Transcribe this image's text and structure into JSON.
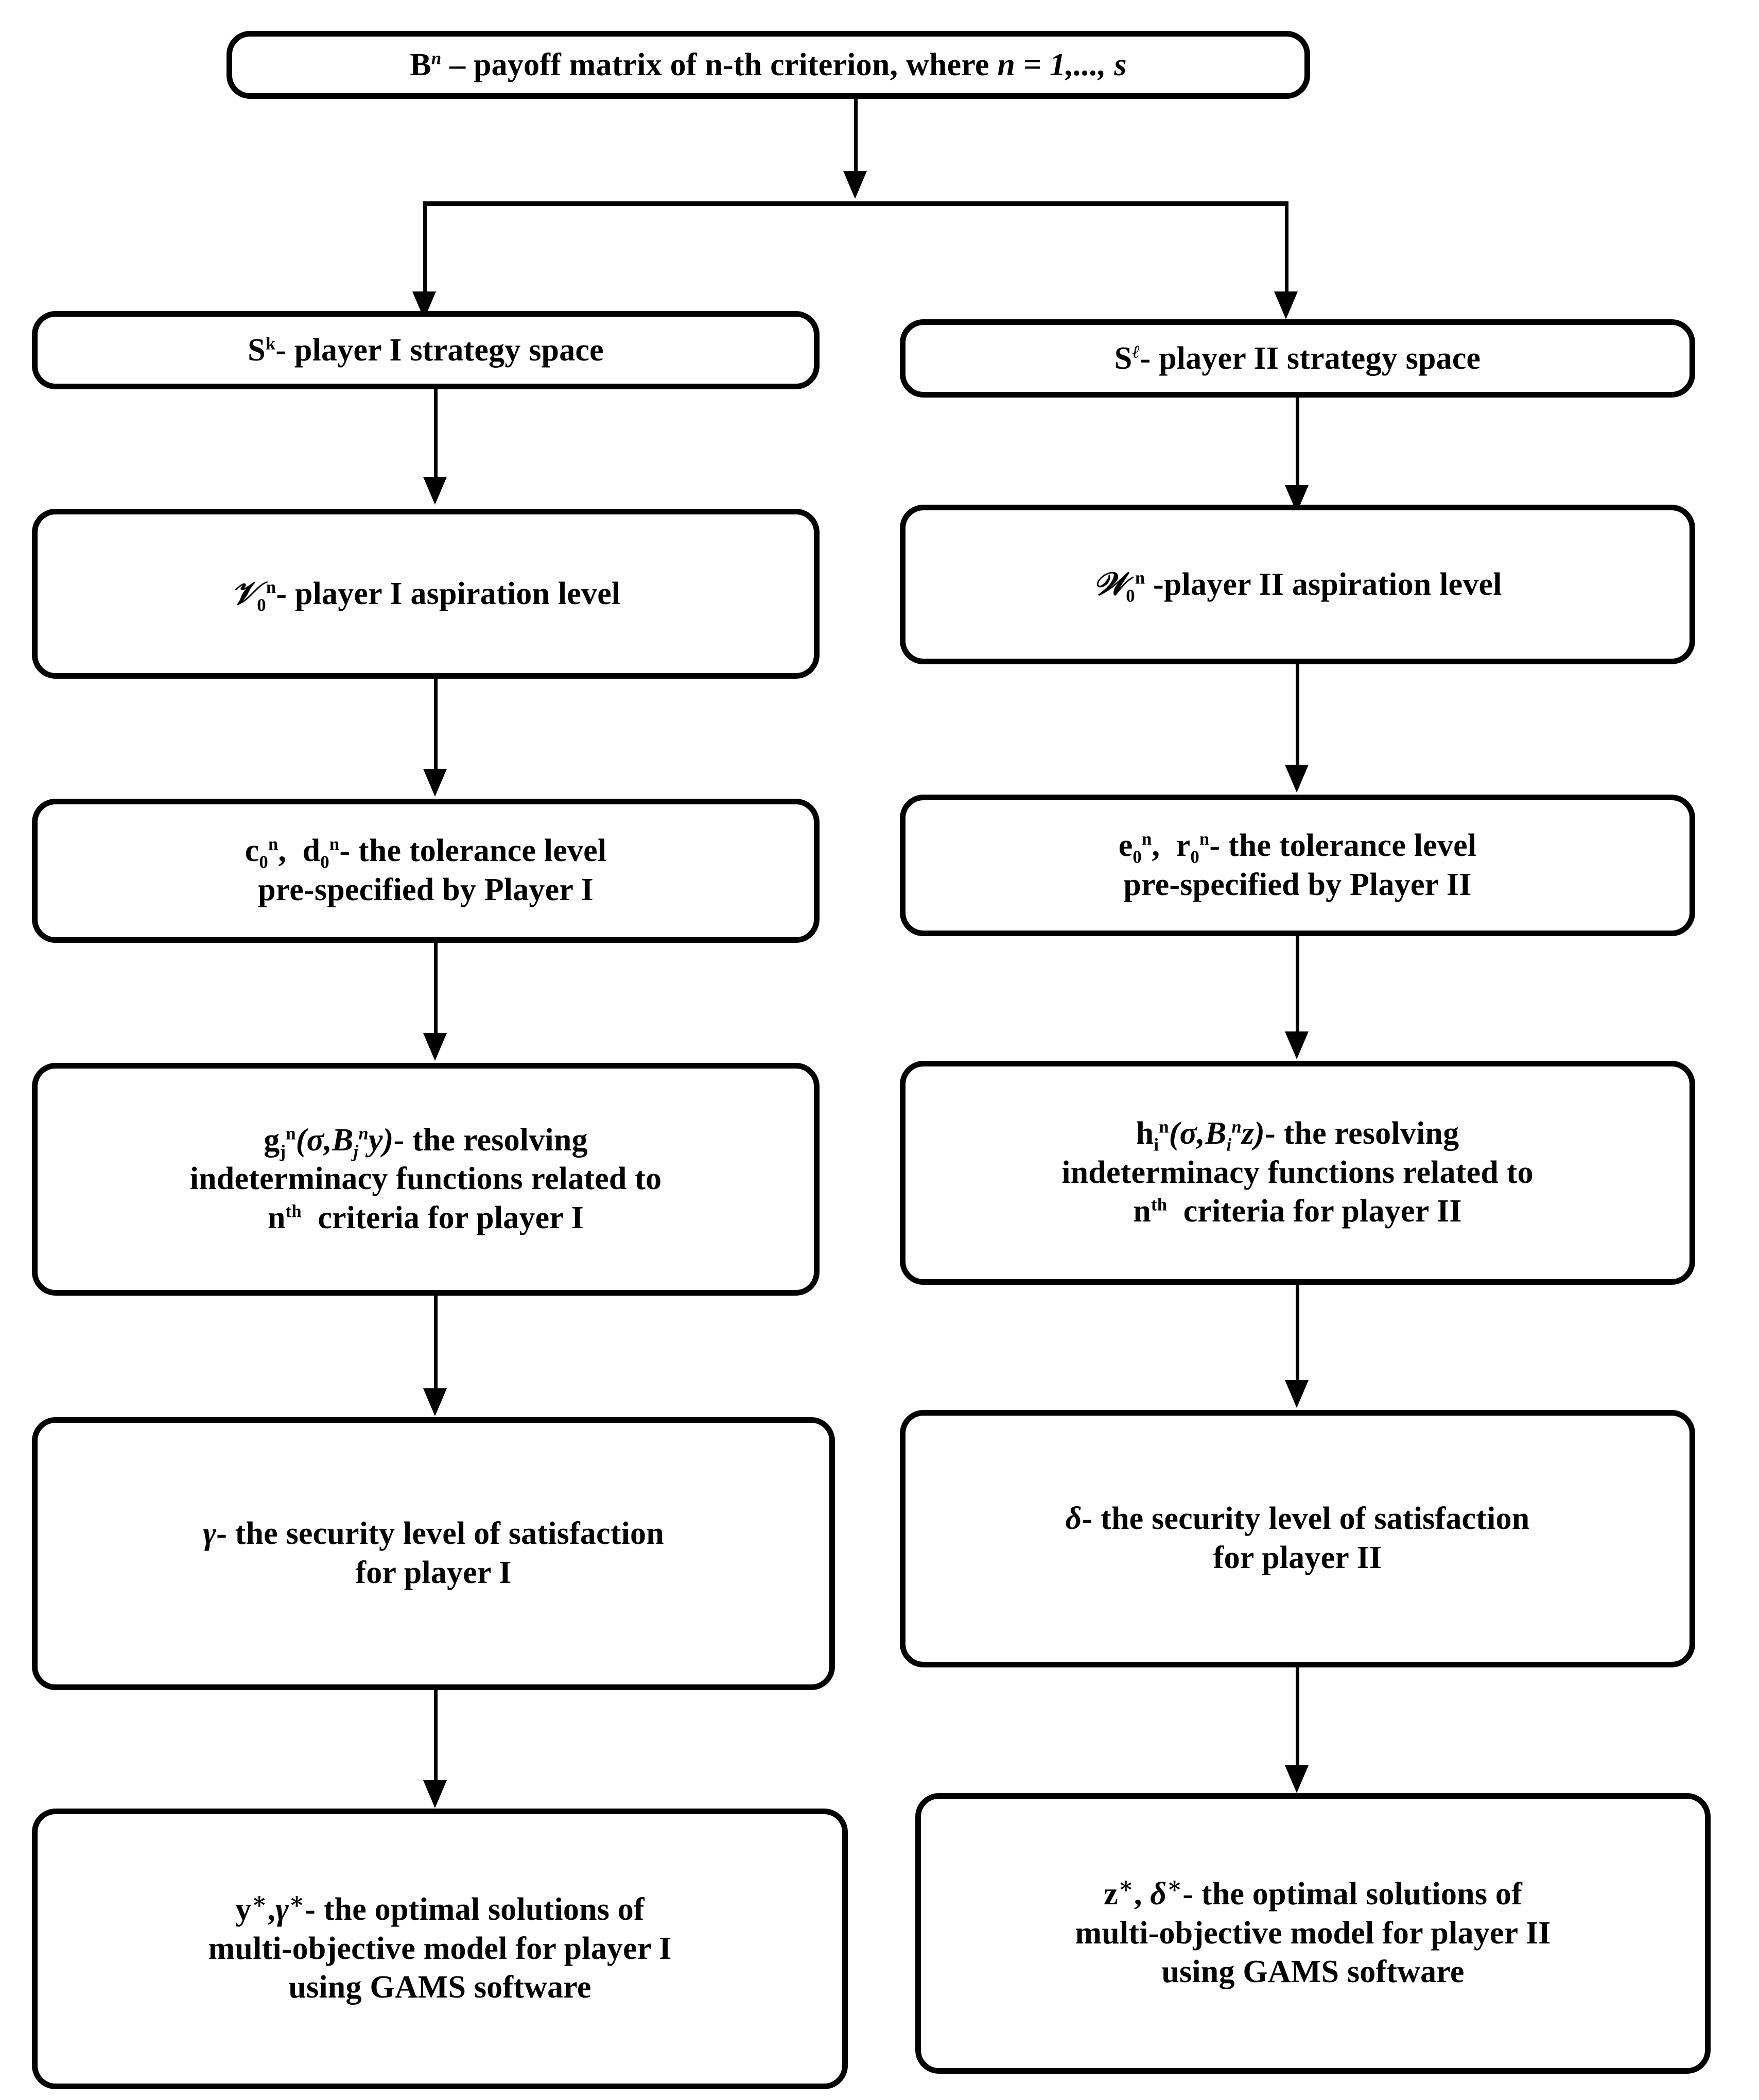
{
  "diagram": {
    "type": "flowchart",
    "title": "Multi-objective matrix game solution flowchart",
    "orientation": "top-down, two parallel branches (Player I / Player II)",
    "line_color": "#000000",
    "box_fill": "#ffffff",
    "root": {
      "id": "payoff-matrix",
      "text": "Bⁿ – payoff matrix of n-th criterion, where  n = 1,..., s",
      "symbol": "B",
      "superscript": "n",
      "condition": "n = 1,..., s"
    },
    "branches": [
      {
        "id": "player-one",
        "player": "Player I",
        "steps": [
          {
            "id": "strategy-space-1",
            "symbol": "S",
            "superscript": "k",
            "text": "Sᵏ- player I strategy space",
            "description": "player I strategy space"
          },
          {
            "id": "aspiration-level-1",
            "symbol": "𝒱",
            "superscript": "n",
            "subscript": "0",
            "text": "𝒱₀ⁿ- player I aspiration level",
            "description": "player I aspiration level"
          },
          {
            "id": "tolerance-level-1",
            "symbol": "c₀ⁿ, d₀ⁿ",
            "text": "c₀ⁿ, d₀ⁿ- the tolerance level pre-specified by Player I",
            "line1": "c₀ⁿ,  d₀ⁿ- the tolerance level",
            "line2": "pre-specified by Player I"
          },
          {
            "id": "indeterminacy-functions-1",
            "symbol": "gⱼⁿ(σ,Bⱼⁿy)",
            "text": "gⱼⁿ(σ,Bⱼⁿy)- the resolving indeterminacy functions related to nᵗʰ criteria for player I",
            "line1": "gⱼⁿ(σ,Bⱼⁿy)- the resolving",
            "line2": "indeterminacy functions related to",
            "line3": "nᵗʰ  criteria for player I"
          },
          {
            "id": "security-level-1",
            "symbol": "γ",
            "text": "γ- the security level of satisfaction for player I",
            "line1": "γ- the security level of satisfaction",
            "line2": "for player I"
          },
          {
            "id": "optimal-solutions-1",
            "symbol": "y*, γ*",
            "text": "y*,γ*- the optimal solutions of multi-objective model for player I using GAMS software",
            "line1": "y*,γ*- the optimal solutions of",
            "line2": "multi-objective model for player I",
            "line3": "using GAMS software",
            "software": "GAMS"
          }
        ]
      },
      {
        "id": "player-two",
        "player": "Player II",
        "steps": [
          {
            "id": "strategy-space-2",
            "symbol": "S",
            "superscript": "ℓ",
            "text": "Sℓ- player II strategy space",
            "description": "player II strategy space"
          },
          {
            "id": "aspiration-level-2",
            "symbol": "𝒲",
            "superscript": "n",
            "subscript": "0",
            "text": "𝒲₀ⁿ -player II aspiration level",
            "description": "player II aspiration level"
          },
          {
            "id": "tolerance-level-2",
            "symbol": "e₀ⁿ, r₀ⁿ",
            "text": "e₀ⁿ, r₀ⁿ- the tolerance level pre-specified by Player II",
            "line1": "e₀ⁿ,  r₀ⁿ- the tolerance level",
            "line2": "pre-specified by Player II"
          },
          {
            "id": "indeterminacy-functions-2",
            "symbol": "hᵢⁿ(σ,Bᵢⁿz)",
            "text": "hᵢⁿ(σ,Bᵢⁿz)- the resolving indeterminacy functions related to nᵗʰ criteria for player II",
            "line1": "hᵢⁿ(σ,Bᵢⁿz)- the resolving",
            "line2": "indeterminacy functions related to",
            "line3": "nᵗʰ  criteria for player II"
          },
          {
            "id": "security-level-2",
            "symbol": "δ",
            "text": "δ- the security level of satisfaction for player II",
            "line1": "δ- the security level of satisfaction",
            "line2": "for player II"
          },
          {
            "id": "optimal-solutions-2",
            "symbol": "z*, δ*",
            "text": "z*, δ*- the optimal solutions of multi-objective model for player II using GAMS software",
            "line1": "z*, δ*- the optimal solutions of",
            "line2": "multi-objective model for player II",
            "line3": "using GAMS software",
            "software": "GAMS"
          }
        ]
      }
    ],
    "labels": {
      "payoff_prefix": "– payoff matrix of n-th criterion, where",
      "payoff_condition": "n = 1,..., s",
      "strategy_space_1": "- player I strategy space",
      "strategy_space_2": "- player II strategy space",
      "aspiration_1": "- player I aspiration level",
      "aspiration_2": " -player II aspiration level",
      "tolerance_1_a": "- the tolerance level",
      "tolerance_1_b": "pre-specified by Player I",
      "tolerance_2_a": "- the tolerance level",
      "tolerance_2_b": "pre-specified by Player II",
      "indet_1_a": "- the resolving",
      "indet_1_b": "indeterminacy functions related to",
      "indet_1_c": "criteria for player I",
      "indet_2_a": "- the resolving",
      "indet_2_b": "indeterminacy functions related to",
      "indet_2_c": "criteria for player II",
      "security_1_a": "- the security level of satisfaction",
      "security_1_b": "for player I",
      "security_2_a": "- the security level of satisfaction",
      "security_2_b": "for player II",
      "optimal_1_a": "- the optimal solutions of",
      "optimal_1_b": "multi-objective model for player I",
      "optimal_1_c": "using GAMS software",
      "optimal_2_a": "- the optimal solutions of",
      "optimal_2_b": "multi-objective model for player II",
      "optimal_2_c": "using GAMS software"
    }
  }
}
